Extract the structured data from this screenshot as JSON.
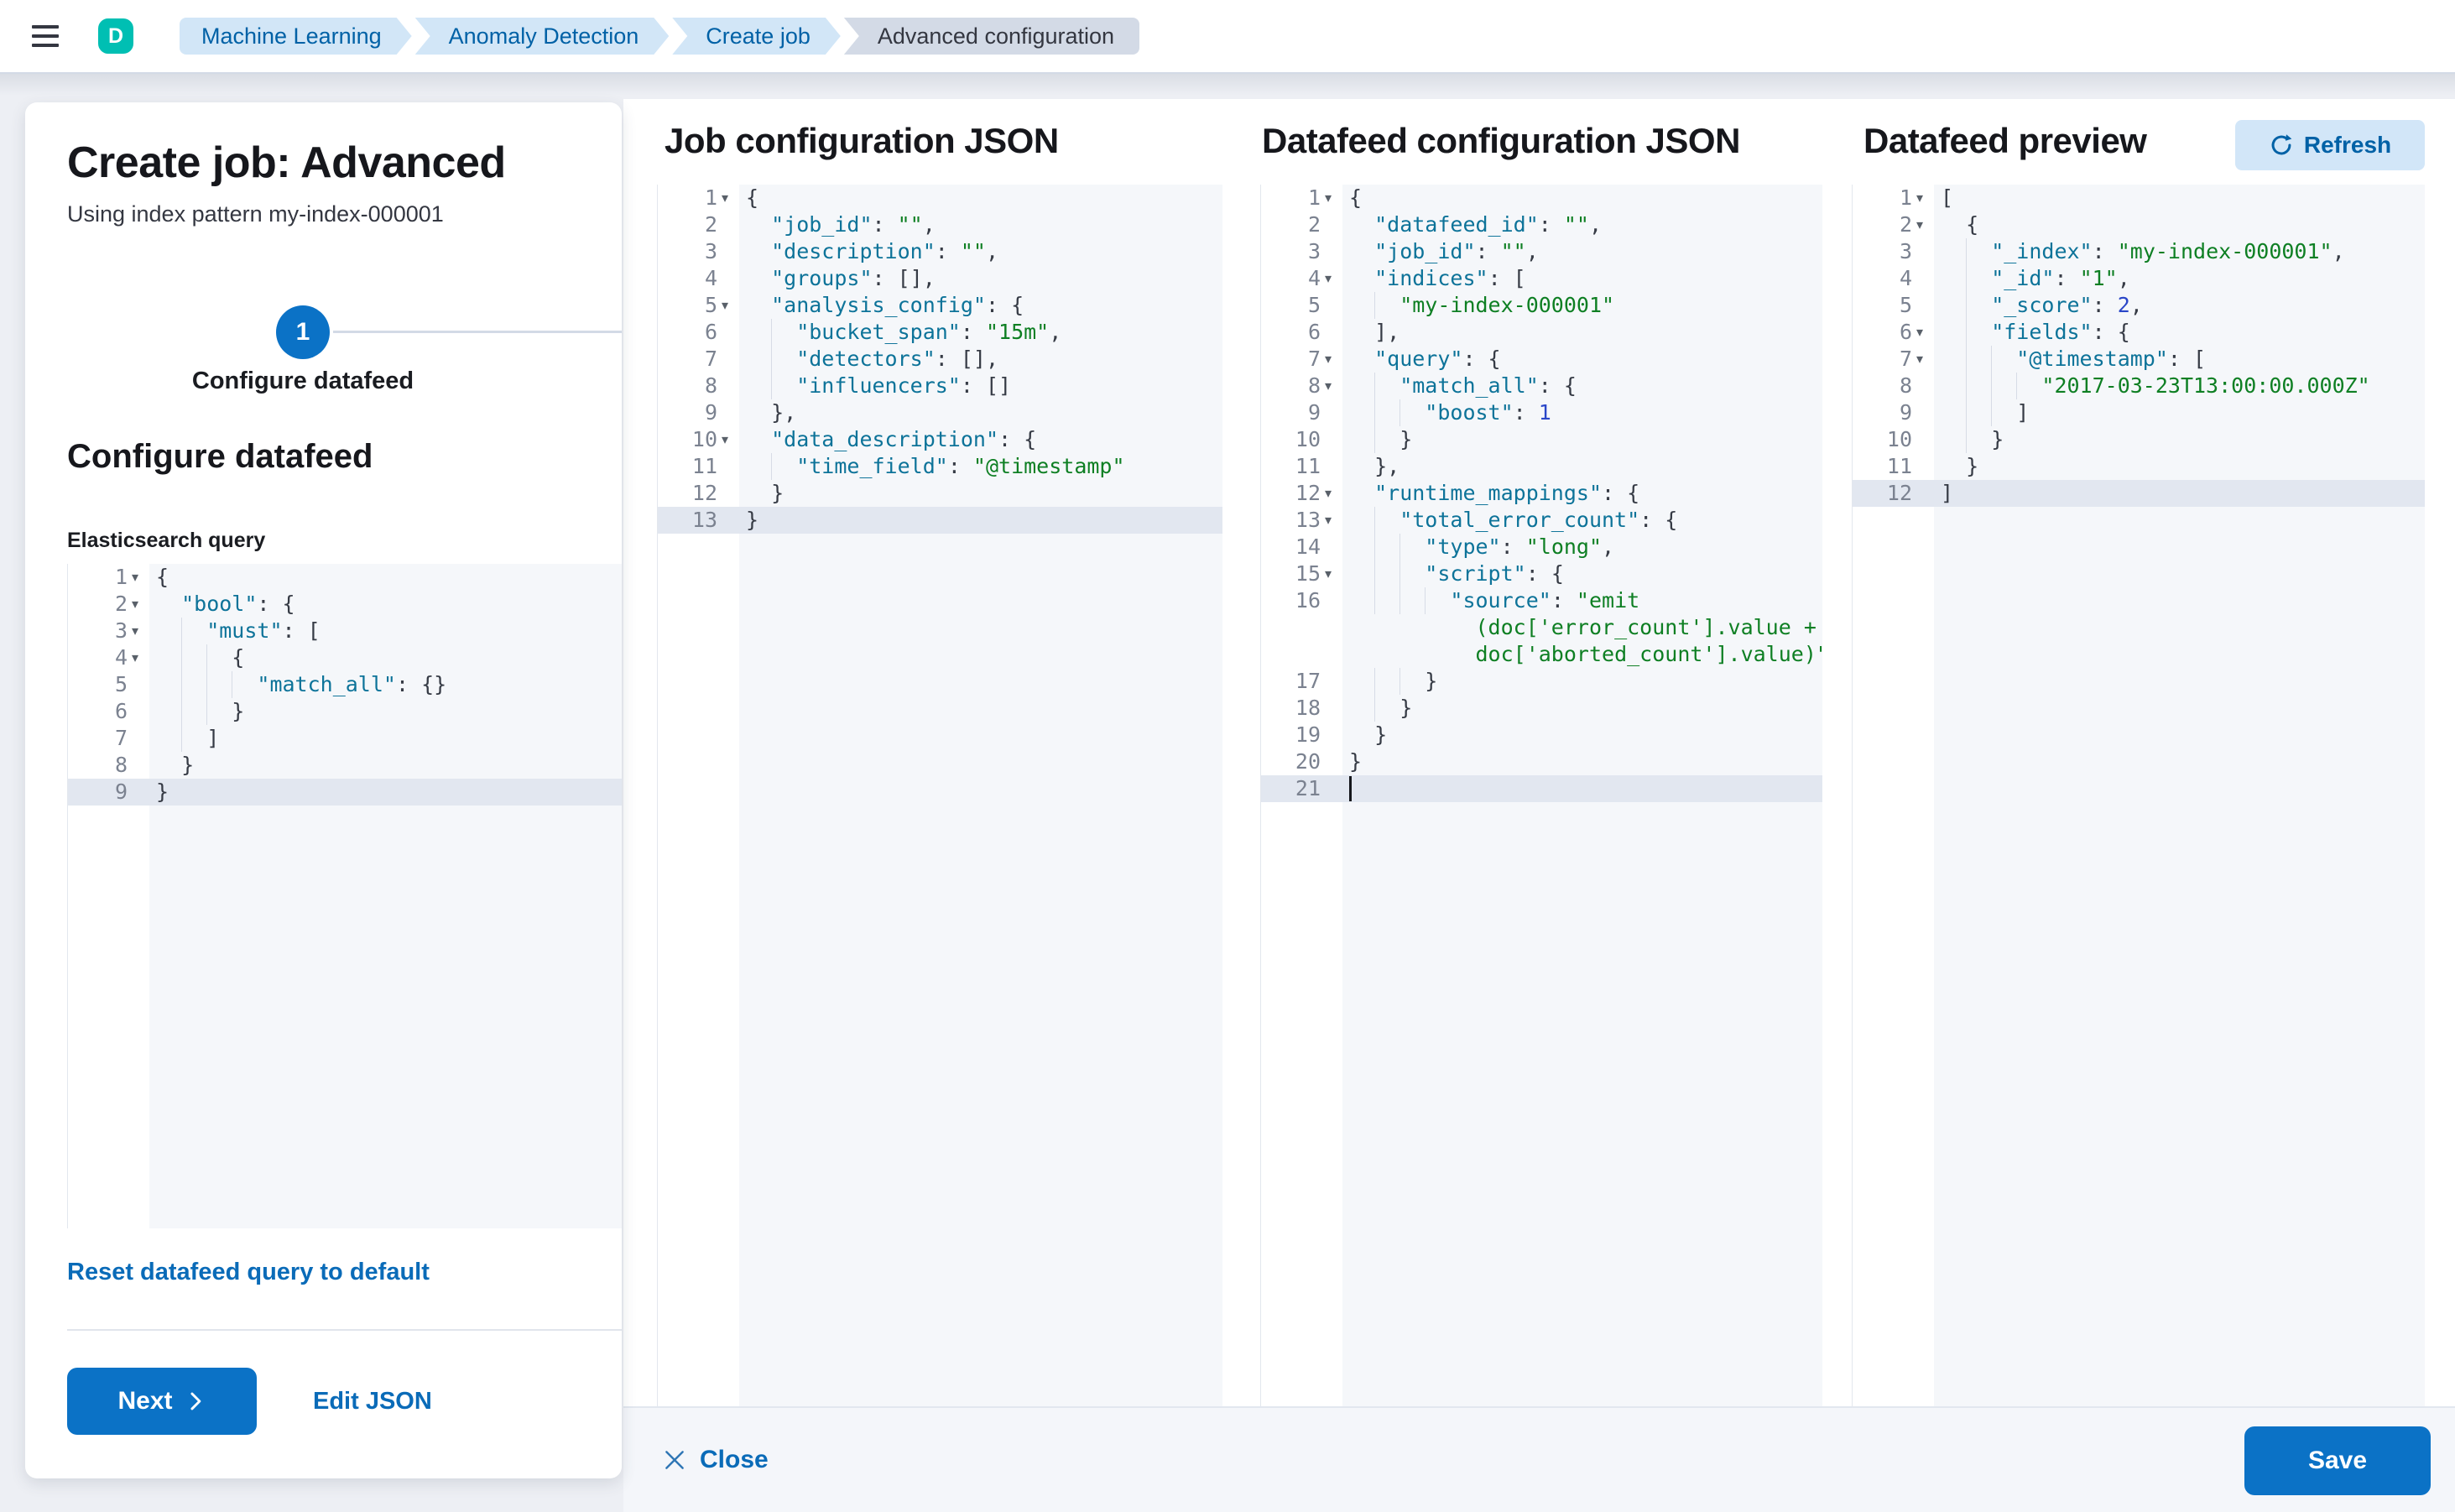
{
  "header": {
    "avatar_initial": "D",
    "breadcrumbs": [
      {
        "label": "Machine Learning"
      },
      {
        "label": "Anomaly Detection"
      },
      {
        "label": "Create job"
      },
      {
        "label": "Advanced configuration"
      }
    ]
  },
  "wizard": {
    "title": "Create job: Advanced",
    "subtitle": "Using index pattern my-index-000001",
    "step_number": "1",
    "step_label": "Configure datafeed",
    "section_heading": "Configure datafeed",
    "query_label": "Elasticsearch query",
    "reset_link": "Reset datafeed query to default",
    "next_button": "Next",
    "edit_json_link": "Edit JSON"
  },
  "panels": {
    "job_config_title": "Job configuration JSON",
    "datafeed_config_title": "Datafeed configuration JSON",
    "preview_title": "Datafeed preview",
    "refresh_button": "Refresh"
  },
  "footer": {
    "close_button": "Close",
    "save_button": "Save"
  },
  "colors": {
    "primary": "#0b72c6",
    "link": "#0a6bb8",
    "avatar_bg": "#00bfb3",
    "breadcrumb_blue_bg": "#d2e6f7",
    "breadcrumb_blue_text": "#0061a6",
    "breadcrumb_gray_bg": "#d3dae6",
    "editor_bg": "#f5f7fa",
    "editor_active_line": "#e2e7f0",
    "token_key": "#0d7399",
    "token_string": "#0e7f23",
    "token_number": "#2a46c8"
  },
  "editors": {
    "es_query": {
      "lines": [
        {
          "n": 1,
          "f": 1,
          "i": 0,
          "t": [
            [
              "p",
              "{"
            ]
          ]
        },
        {
          "n": 2,
          "f": 1,
          "i": 2,
          "t": [
            [
              "k",
              "\"bool\""
            ],
            [
              "p",
              ": {"
            ]
          ]
        },
        {
          "n": 3,
          "f": 1,
          "i": 4,
          "t": [
            [
              "k",
              "\"must\""
            ],
            [
              "p",
              ": ["
            ]
          ]
        },
        {
          "n": 4,
          "f": 1,
          "i": 6,
          "t": [
            [
              "p",
              "{"
            ]
          ]
        },
        {
          "n": 5,
          "f": 0,
          "i": 8,
          "t": [
            [
              "k",
              "\"match_all\""
            ],
            [
              "p",
              ": {}"
            ]
          ]
        },
        {
          "n": 6,
          "f": 0,
          "i": 6,
          "t": [
            [
              "p",
              "}"
            ]
          ]
        },
        {
          "n": 7,
          "f": 0,
          "i": 4,
          "t": [
            [
              "p",
              "]"
            ]
          ]
        },
        {
          "n": 8,
          "f": 0,
          "i": 2,
          "t": [
            [
              "p",
              "}"
            ]
          ]
        },
        {
          "n": 9,
          "f": 0,
          "i": 0,
          "t": [
            [
              "p",
              "}"
            ]
          ],
          "a": 1
        }
      ]
    },
    "job_config": {
      "lines": [
        {
          "n": 1,
          "f": 1,
          "i": 0,
          "t": [
            [
              "p",
              "{"
            ]
          ]
        },
        {
          "n": 2,
          "f": 0,
          "i": 2,
          "t": [
            [
              "k",
              "\"job_id\""
            ],
            [
              "p",
              ": "
            ],
            [
              "s",
              "\"\""
            ],
            [
              "p",
              ","
            ]
          ]
        },
        {
          "n": 3,
          "f": 0,
          "i": 2,
          "t": [
            [
              "k",
              "\"description\""
            ],
            [
              "p",
              ": "
            ],
            [
              "s",
              "\"\""
            ],
            [
              "p",
              ","
            ]
          ]
        },
        {
          "n": 4,
          "f": 0,
          "i": 2,
          "t": [
            [
              "k",
              "\"groups\""
            ],
            [
              "p",
              ": [],"
            ]
          ]
        },
        {
          "n": 5,
          "f": 1,
          "i": 2,
          "t": [
            [
              "k",
              "\"analysis_config\""
            ],
            [
              "p",
              ": {"
            ]
          ]
        },
        {
          "n": 6,
          "f": 0,
          "i": 4,
          "t": [
            [
              "k",
              "\"bucket_span\""
            ],
            [
              "p",
              ": "
            ],
            [
              "s",
              "\"15m\""
            ],
            [
              "p",
              ","
            ]
          ]
        },
        {
          "n": 7,
          "f": 0,
          "i": 4,
          "t": [
            [
              "k",
              "\"detectors\""
            ],
            [
              "p",
              ": [],"
            ]
          ]
        },
        {
          "n": 8,
          "f": 0,
          "i": 4,
          "t": [
            [
              "k",
              "\"influencers\""
            ],
            [
              "p",
              ": []"
            ]
          ]
        },
        {
          "n": 9,
          "f": 0,
          "i": 2,
          "t": [
            [
              "p",
              "},"
            ]
          ]
        },
        {
          "n": 10,
          "f": 1,
          "i": 2,
          "t": [
            [
              "k",
              "\"data_description\""
            ],
            [
              "p",
              ": {"
            ]
          ]
        },
        {
          "n": 11,
          "f": 0,
          "i": 4,
          "t": [
            [
              "k",
              "\"time_field\""
            ],
            [
              "p",
              ": "
            ],
            [
              "s",
              "\"@timestamp\""
            ]
          ]
        },
        {
          "n": 12,
          "f": 0,
          "i": 2,
          "t": [
            [
              "p",
              "}"
            ]
          ]
        },
        {
          "n": 13,
          "f": 0,
          "i": 0,
          "t": [
            [
              "p",
              "}"
            ]
          ],
          "a": 1
        }
      ]
    },
    "datafeed_config": {
      "lines": [
        {
          "n": 1,
          "f": 1,
          "i": 0,
          "t": [
            [
              "p",
              "{"
            ]
          ]
        },
        {
          "n": 2,
          "f": 0,
          "i": 2,
          "t": [
            [
              "k",
              "\"datafeed_id\""
            ],
            [
              "p",
              ": "
            ],
            [
              "s",
              "\"\""
            ],
            [
              "p",
              ","
            ]
          ]
        },
        {
          "n": 3,
          "f": 0,
          "i": 2,
          "t": [
            [
              "k",
              "\"job_id\""
            ],
            [
              "p",
              ": "
            ],
            [
              "s",
              "\"\""
            ],
            [
              "p",
              ","
            ]
          ]
        },
        {
          "n": 4,
          "f": 1,
          "i": 2,
          "t": [
            [
              "k",
              "\"indices\""
            ],
            [
              "p",
              ": ["
            ]
          ]
        },
        {
          "n": 5,
          "f": 0,
          "i": 4,
          "t": [
            [
              "s",
              "\"my-index-000001\""
            ]
          ]
        },
        {
          "n": 6,
          "f": 0,
          "i": 2,
          "t": [
            [
              "p",
              "],"
            ]
          ]
        },
        {
          "n": 7,
          "f": 1,
          "i": 2,
          "t": [
            [
              "k",
              "\"query\""
            ],
            [
              "p",
              ": {"
            ]
          ]
        },
        {
          "n": 8,
          "f": 1,
          "i": 4,
          "t": [
            [
              "k",
              "\"match_all\""
            ],
            [
              "p",
              ": {"
            ]
          ]
        },
        {
          "n": 9,
          "f": 0,
          "i": 6,
          "t": [
            [
              "k",
              "\"boost\""
            ],
            [
              "p",
              ": "
            ],
            [
              "n",
              "1"
            ]
          ]
        },
        {
          "n": 10,
          "f": 0,
          "i": 4,
          "t": [
            [
              "p",
              "}"
            ]
          ]
        },
        {
          "n": 11,
          "f": 0,
          "i": 2,
          "t": [
            [
              "p",
              "},"
            ]
          ]
        },
        {
          "n": 12,
          "f": 1,
          "i": 2,
          "t": [
            [
              "k",
              "\"runtime_mappings\""
            ],
            [
              "p",
              ": {"
            ]
          ]
        },
        {
          "n": 13,
          "f": 1,
          "i": 4,
          "t": [
            [
              "k",
              "\"total_error_count\""
            ],
            [
              "p",
              ": {"
            ]
          ]
        },
        {
          "n": 14,
          "f": 0,
          "i": 6,
          "t": [
            [
              "k",
              "\"type\""
            ],
            [
              "p",
              ": "
            ],
            [
              "s",
              "\"long\""
            ],
            [
              "p",
              ","
            ]
          ]
        },
        {
          "n": 15,
          "f": 1,
          "i": 6,
          "t": [
            [
              "k",
              "\"script\""
            ],
            [
              "p",
              ": {"
            ]
          ]
        },
        {
          "n": 16,
          "f": 0,
          "i": 8,
          "t": [
            [
              "k",
              "\"source\""
            ],
            [
              "p",
              ": "
            ],
            [
              "s",
              "\"emit"
            ]
          ]
        },
        {
          "w": 1,
          "i": 10,
          "t": [
            [
              "s",
              "(doc['error_count'].value +"
            ]
          ]
        },
        {
          "w": 1,
          "i": 10,
          "t": [
            [
              "s",
              "doc['aborted_count'].value)\""
            ]
          ]
        },
        {
          "n": 17,
          "f": 0,
          "i": 6,
          "t": [
            [
              "p",
              "}"
            ]
          ]
        },
        {
          "n": 18,
          "f": 0,
          "i": 4,
          "t": [
            [
              "p",
              "}"
            ]
          ]
        },
        {
          "n": 19,
          "f": 0,
          "i": 2,
          "t": [
            [
              "p",
              "}"
            ]
          ]
        },
        {
          "n": 20,
          "f": 0,
          "i": 0,
          "t": [
            [
              "p",
              "}"
            ]
          ]
        },
        {
          "n": 21,
          "f": 0,
          "i": 0,
          "t": [],
          "a": 1,
          "c": 1
        }
      ]
    },
    "datafeed_preview": {
      "lines": [
        {
          "n": 1,
          "f": 1,
          "i": 0,
          "t": [
            [
              "p",
              "["
            ]
          ]
        },
        {
          "n": 2,
          "f": 1,
          "i": 2,
          "t": [
            [
              "p",
              "{"
            ]
          ]
        },
        {
          "n": 3,
          "f": 0,
          "i": 4,
          "t": [
            [
              "k",
              "\"_index\""
            ],
            [
              "p",
              ": "
            ],
            [
              "s",
              "\"my-index-000001\""
            ],
            [
              "p",
              ","
            ]
          ]
        },
        {
          "n": 4,
          "f": 0,
          "i": 4,
          "t": [
            [
              "k",
              "\"_id\""
            ],
            [
              "p",
              ": "
            ],
            [
              "s",
              "\"1\""
            ],
            [
              "p",
              ","
            ]
          ]
        },
        {
          "n": 5,
          "f": 0,
          "i": 4,
          "t": [
            [
              "k",
              "\"_score\""
            ],
            [
              "p",
              ": "
            ],
            [
              "n",
              "2"
            ],
            [
              "p",
              ","
            ]
          ]
        },
        {
          "n": 6,
          "f": 1,
          "i": 4,
          "t": [
            [
              "k",
              "\"fields\""
            ],
            [
              "p",
              ": {"
            ]
          ]
        },
        {
          "n": 7,
          "f": 1,
          "i": 6,
          "t": [
            [
              "k",
              "\"@timestamp\""
            ],
            [
              "p",
              ": ["
            ]
          ]
        },
        {
          "n": 8,
          "f": 0,
          "i": 8,
          "t": [
            [
              "s",
              "\"2017-03-23T13:00:00.000Z\""
            ]
          ]
        },
        {
          "n": 9,
          "f": 0,
          "i": 6,
          "t": [
            [
              "p",
              "]"
            ]
          ]
        },
        {
          "n": 10,
          "f": 0,
          "i": 4,
          "t": [
            [
              "p",
              "}"
            ]
          ]
        },
        {
          "n": 11,
          "f": 0,
          "i": 2,
          "t": [
            [
              "p",
              "}"
            ]
          ]
        },
        {
          "n": 12,
          "f": 0,
          "i": 0,
          "t": [
            [
              "p",
              "]"
            ]
          ],
          "a": 1
        }
      ]
    }
  }
}
